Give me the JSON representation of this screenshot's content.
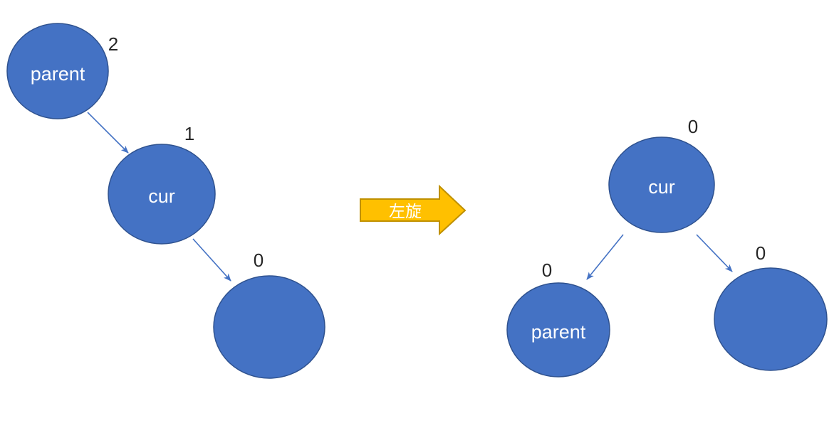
{
  "diagram": {
    "operation": {
      "label": "左旋"
    },
    "before_tree": {
      "nodes": [
        {
          "label": "parent",
          "balance_factor": "2"
        },
        {
          "label": "cur",
          "balance_factor": "1"
        },
        {
          "label": "",
          "balance_factor": "0"
        }
      ]
    },
    "after_tree": {
      "nodes": [
        {
          "label": "cur",
          "balance_factor": "0"
        },
        {
          "label": "parent",
          "balance_factor": "0"
        },
        {
          "label": "",
          "balance_factor": "0"
        }
      ]
    },
    "colors": {
      "node_fill": "#4472C4",
      "node_stroke": "#2F528F",
      "node_text": "#FFFFFF",
      "balance_text": "#262626",
      "connector": "#4472C4",
      "block_arrow_fill": "#FFC000",
      "block_arrow_stroke": "#BF9000",
      "block_arrow_text": "#FFFFFF",
      "background": "#FFFFFF"
    }
  }
}
